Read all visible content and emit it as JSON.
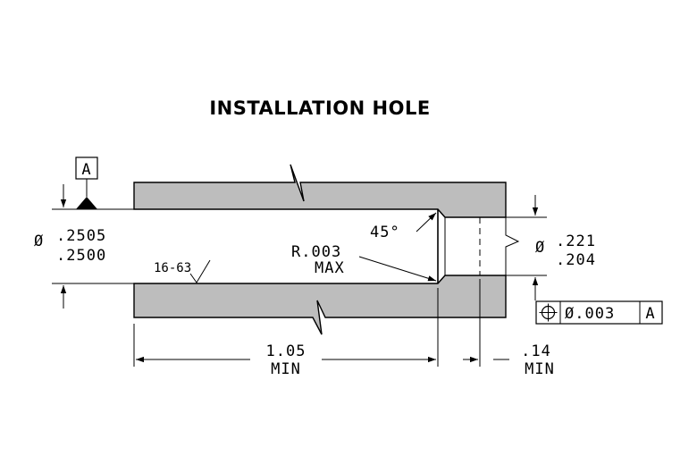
{
  "title": "INSTALLATION HOLE",
  "datum": {
    "letter": "A"
  },
  "bore_diameter": {
    "prefix": "Ø",
    "upper": ".2505",
    "lower": ".2500"
  },
  "surface_finish": "16-63",
  "radius": {
    "line1": "R.003",
    "line2": "MAX"
  },
  "chamfer": "45°",
  "small_diameter": {
    "prefix": "Ø",
    "upper": ".221",
    "lower": ".204"
  },
  "position_tolerance": {
    "symbol": "position-symbol",
    "value": "Ø.003",
    "datum": "A"
  },
  "length_main": {
    "value": "1.05",
    "qualifier": "MIN"
  },
  "length_step": {
    "value": ".14",
    "qualifier": "MIN"
  }
}
